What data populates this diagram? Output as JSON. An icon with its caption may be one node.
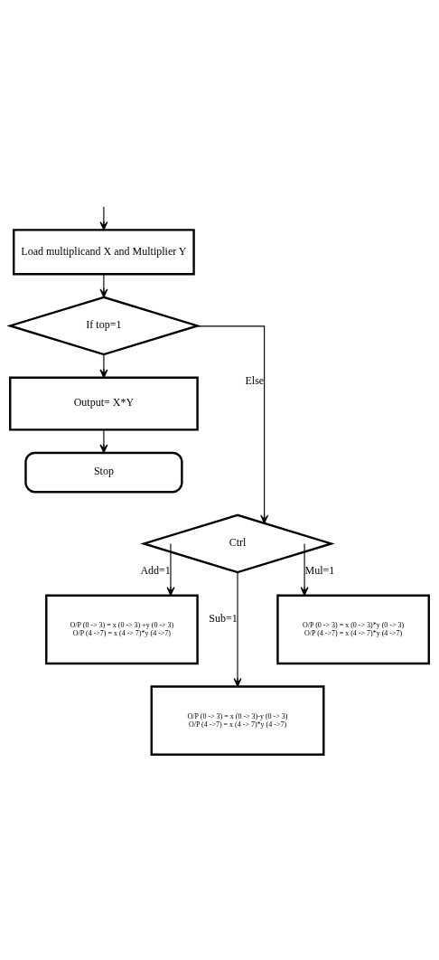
{
  "diagram": {
    "nodes": [
      {
        "text": [
          "Load multiplicand X and Multiplier Y"
        ]
      },
      {
        "text": [
          "If top=1"
        ]
      },
      {
        "text": [
          "Output= X*Y"
        ]
      },
      {
        "text": [
          "Stop"
        ]
      },
      {
        "text": [
          "Ctrl"
        ]
      },
      {
        "text": [
          "O/P (0 -> 3) = x (0 -> 3) +y (0 -> 3)",
          "O/P (4 ->7) = x (4 -> 7)*y (4 ->7)"
        ]
      },
      {
        "text": [
          "O/P (0 -> 3) = x (0 -> 3)*y (0 -> 3)",
          "O/P (4 ->7) = x (4 -> 7)*y (4 ->7)"
        ]
      },
      {
        "text": [
          "O/P (0 -> 3) = x (0 -> 3)-y (0 -> 3)",
          "O/P (4 ->7) = x (4 -> 7)*y (4 ->7)"
        ]
      }
    ],
    "edges": [
      {
        "from": null,
        "to": 0,
        "arrow": "to"
      },
      {
        "from": 0,
        "to": 1,
        "arrow": "to"
      },
      {
        "from": 1,
        "to": 2,
        "arrow": "to"
      },
      {
        "from": 2,
        "to": 3,
        "arrow": "to"
      },
      {
        "from": 1,
        "to": 4,
        "arrow": "to",
        "label": "Else"
      },
      {
        "from": 4,
        "to": 5,
        "arrow": "to",
        "label": "Add=1"
      },
      {
        "from": 4,
        "to": 6,
        "arrow": "to",
        "label": "Mul=1"
      },
      {
        "from": 4,
        "to": 7,
        "arrow": "to",
        "label": "Sub=1"
      }
    ]
  }
}
